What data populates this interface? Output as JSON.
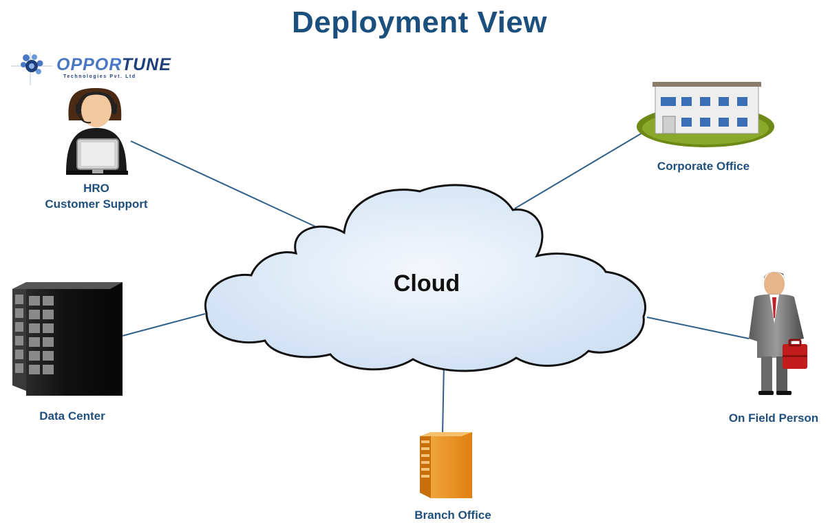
{
  "title": "Deployment View",
  "logo": {
    "name_part1": "OPPOR",
    "name_part2": "TUNE",
    "tagline": "Technologies Pvt. Ltd"
  },
  "cloud": {
    "label": "Cloud"
  },
  "nodes": {
    "hro": {
      "line1": "HRO",
      "line2": "Customer Support"
    },
    "corporate": {
      "label": "Corporate Office"
    },
    "datacenter": {
      "label": "Data Center"
    },
    "field": {
      "label": "On Field Person"
    },
    "branch": {
      "label": "Branch Office"
    }
  },
  "colors": {
    "title": "#1b4f7e",
    "labels": "#1f4f7d",
    "connector": "#2f5f86",
    "cloud_fill": "#dbe8f6",
    "cloud_stroke": "#111111"
  },
  "icons": [
    "headset-agent-icon",
    "office-building-icon",
    "server-rack-icon",
    "businessman-icon",
    "branch-building-icon",
    "opportune-logo-icon"
  ]
}
